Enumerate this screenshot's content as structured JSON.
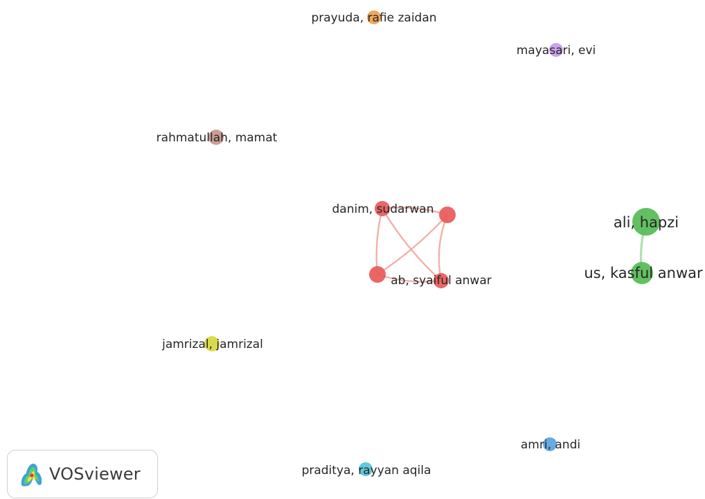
{
  "network": {
    "nodes": [
      {
        "id": "prayuda",
        "label": "prayuda, rafie zaidan",
        "color": "#f0a050",
        "cluster": 5
      },
      {
        "id": "mayasari",
        "label": "mayasari, evi",
        "color": "#c79bec",
        "cluster": 6
      },
      {
        "id": "rahmatullah",
        "label": "rahmatullah, mamat",
        "color": "#c9958a",
        "cluster": 7
      },
      {
        "id": "danim",
        "label": "danim, sudarwan",
        "color": "#e85a5a",
        "cluster": 1
      },
      {
        "id": "red_unlabeled_1",
        "label": "",
        "color": "#e85a5a",
        "cluster": 1
      },
      {
        "id": "red_unlabeled_2",
        "label": "",
        "color": "#e85a5a",
        "cluster": 1
      },
      {
        "id": "ab_syaiful",
        "label": "ab, syaiful anwar",
        "color": "#e85a5a",
        "cluster": 1
      },
      {
        "id": "ali_hapzi",
        "label": "ali, hapzi",
        "color": "#55bb55",
        "cluster": 2
      },
      {
        "id": "us_kasful",
        "label": "us, kasful anwar",
        "color": "#55bb55",
        "cluster": 2
      },
      {
        "id": "jamrizal",
        "label": "jamrizal, jamrizal",
        "color": "#d6d63e",
        "cluster": 3
      },
      {
        "id": "amri",
        "label": "amri, andi",
        "color": "#5aa4e0",
        "cluster": 4
      },
      {
        "id": "praditya",
        "label": "praditya, rayyan aqila",
        "color": "#52c4d8",
        "cluster": 8
      }
    ],
    "links": [
      {
        "source": "danim",
        "target": "red_unlabeled_1",
        "color": "#f0a8a0"
      },
      {
        "source": "danim",
        "target": "red_unlabeled_2",
        "color": "#f0a8a0"
      },
      {
        "source": "danim",
        "target": "ab_syaiful",
        "color": "#f0a8a0"
      },
      {
        "source": "red_unlabeled_1",
        "target": "red_unlabeled_2",
        "color": "#f0a8a0"
      },
      {
        "source": "red_unlabeled_1",
        "target": "ab_syaiful",
        "color": "#f0a8a0"
      },
      {
        "source": "red_unlabeled_2",
        "target": "ab_syaiful",
        "color": "#f0a8a0"
      },
      {
        "source": "ali_hapzi",
        "target": "us_kasful",
        "color": "#a8dca8"
      }
    ]
  },
  "badge": {
    "app_name": "VOSviewer",
    "logo_icon": "vosviewer-logo-icon"
  }
}
